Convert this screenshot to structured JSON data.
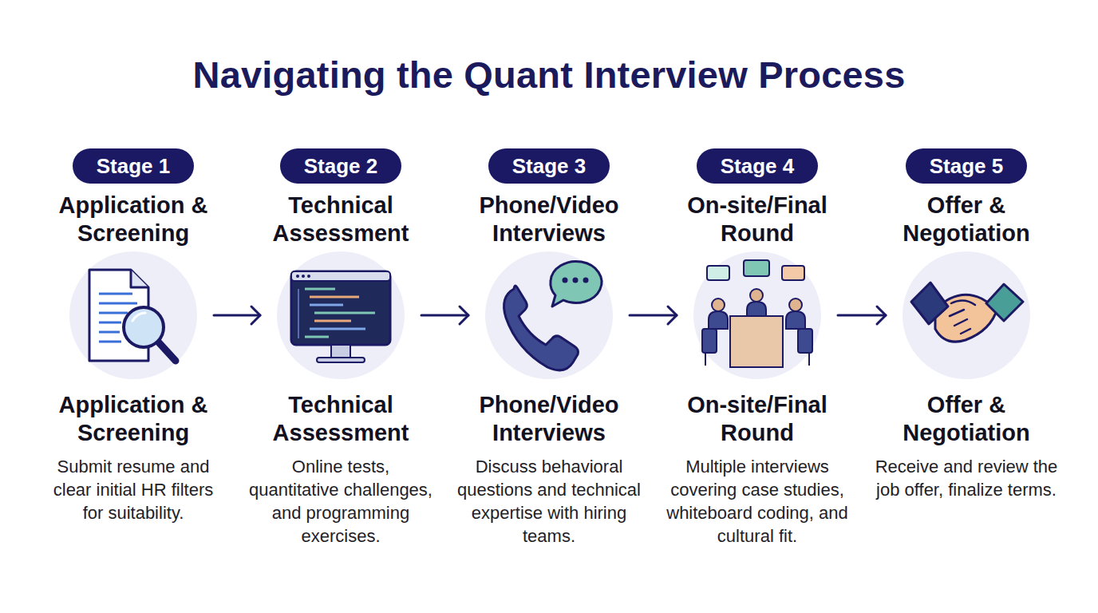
{
  "diagram": {
    "title": "Navigating the Quant Interview Process",
    "nodes": [
      {
        "text": [
          "Stage 1"
        ]
      },
      {
        "text": [
          "Application & Screening",
          "Application & Screening",
          "Submit resume and clear initial HR filters for suitability."
        ]
      },
      {
        "text": [
          "Stage 2"
        ]
      },
      {
        "text": [
          "Technical Assessment",
          "Technical Assessment",
          "Online tests, quantitative challenges, and programming exercises."
        ]
      },
      {
        "text": [
          "Stage 3"
        ]
      },
      {
        "text": [
          "Phone/Video Interviews",
          "Phone/Video Interviews",
          "Discuss behavioral questions and technical expertise with hiring teams."
        ]
      },
      {
        "text": [
          "Stage 4"
        ]
      },
      {
        "text": [
          "On-site/Final Round",
          "On-site/Final Round",
          "Multiple interviews covering case studies, whiteboard coding, and cultural fit."
        ]
      },
      {
        "text": [
          "Stage 5"
        ]
      },
      {
        "text": [
          "Offer & Negotiation",
          "Offer & Negotiation",
          "Receive and review the job offer, finalize terms."
        ]
      }
    ],
    "edges": [
      {
        "from": 1,
        "to": 3,
        "arrow": "to"
      },
      {
        "from": 3,
        "to": 5,
        "arrow": "to"
      },
      {
        "from": 5,
        "to": 7,
        "arrow": "to"
      },
      {
        "from": 7,
        "to": 9,
        "arrow": "to"
      }
    ]
  }
}
